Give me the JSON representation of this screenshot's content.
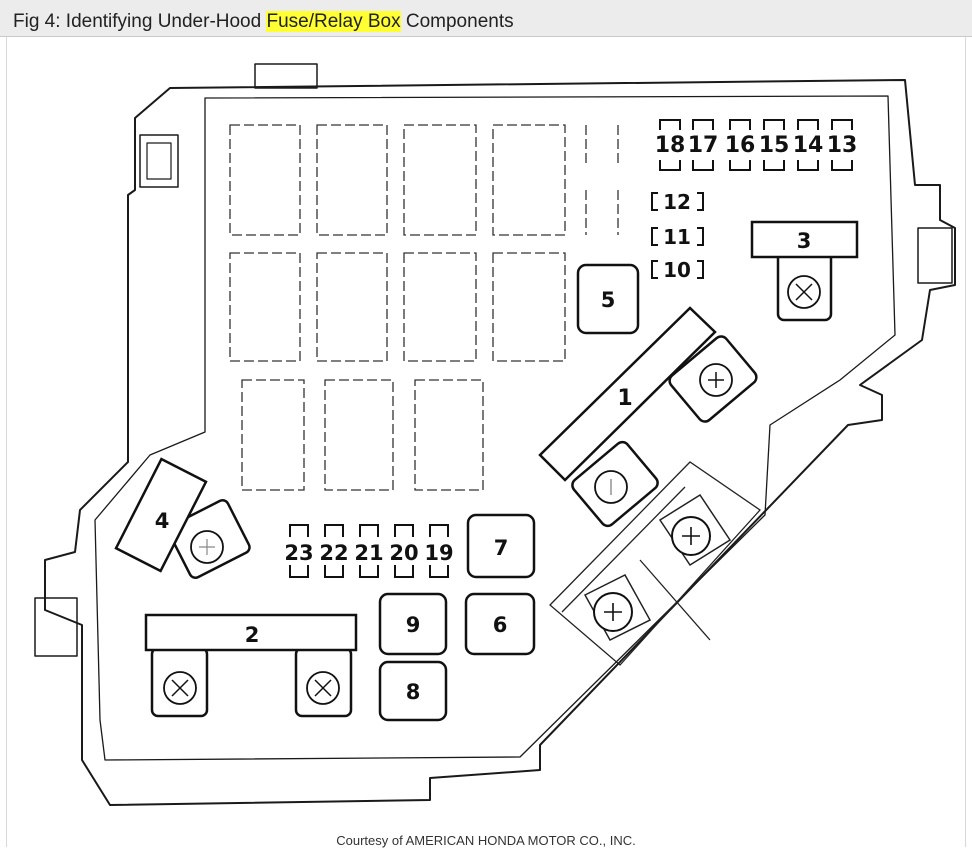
{
  "figure": {
    "title_prefix": "Fig 4: Identifying Under-Hood ",
    "title_highlight": "Fuse/Relay Box",
    "title_suffix": " Components",
    "credit": "Courtesy of AMERICAN HONDA MOTOR CO., INC.",
    "highlight_color": "#ffff33"
  },
  "components": {
    "c1": "1",
    "c2": "2",
    "c3": "3",
    "c4": "4",
    "c5": "5",
    "c6": "6",
    "c7": "7",
    "c8": "8",
    "c9": "9",
    "c10": "10",
    "c11": "11",
    "c12": "12",
    "c13": "13",
    "c14": "14",
    "c15": "15",
    "c16": "16",
    "c17": "17",
    "c18": "18",
    "c19": "19",
    "c20": "20",
    "c21": "21",
    "c22": "22",
    "c23": "23"
  }
}
